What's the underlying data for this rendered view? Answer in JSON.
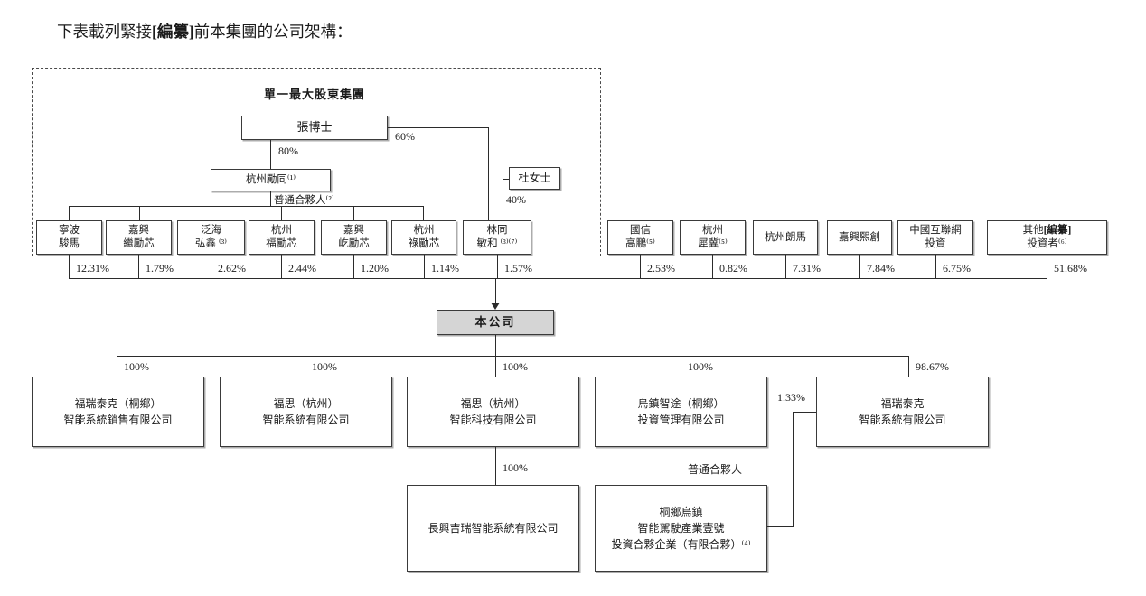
{
  "title": {
    "pre": "下表載列緊接",
    "tag": "[編纂]",
    "post": "前本集團的公司架構："
  },
  "group": {
    "label": "單一最大股東集團",
    "zhang": "張博士",
    "pct_zhang_to_litong": "80%",
    "pct_zhang_to_lintong": "60%",
    "litong": "杭州勵同⁽¹⁾",
    "gp_note": "普通合夥人⁽²⁾",
    "du": "杜女士",
    "pct_du_to_lintong": "40%"
  },
  "shareholders": [
    {
      "line1": "寧波",
      "line2": "駿馬",
      "pct": "12.31%"
    },
    {
      "line1": "嘉興",
      "line2": "繼勵芯",
      "pct": "1.79%"
    },
    {
      "line1": "泛海",
      "line2": "弘鑫 ⁽³⁾",
      "pct": "2.62%"
    },
    {
      "line1": "杭州",
      "line2": "福勵芯",
      "pct": "2.44%"
    },
    {
      "line1": "嘉興",
      "line2": "屹勵芯",
      "pct": "1.20%"
    },
    {
      "line1": "杭州",
      "line2": "祿勵芯",
      "pct": "1.14%"
    },
    {
      "line1": "林同",
      "line2": "敏和 ⁽³⁾⁽⁷⁾",
      "pct": "1.57%"
    },
    {
      "line1": "國信",
      "line2": "高鵬⁽⁵⁾",
      "pct": "2.53%"
    },
    {
      "line1": "杭州",
      "line2": "犀冀⁽⁵⁾",
      "pct": "0.82%"
    },
    {
      "line1": "杭州朗馬",
      "line2": "",
      "pct": "7.31%"
    },
    {
      "line1": "嘉興熙創",
      "line2": "",
      "pct": "7.84%"
    },
    {
      "line1": "中國互聯網",
      "line2": "投資",
      "pct": "6.75%"
    },
    {
      "line1_pre": "其他",
      "line1_tag": "[編纂]",
      "line2": "投資者⁽⁶⁾",
      "pct": "51.68%"
    }
  ],
  "company": {
    "name": "本公司"
  },
  "subsidiaries": [
    {
      "line1": "福瑞泰克（桐鄉）",
      "line2": "智能系統銷售有限公司",
      "pct": "100%"
    },
    {
      "line1": "福思（杭州）",
      "line2": "智能系統有限公司",
      "pct": "100%"
    },
    {
      "line1": "福思（杭州）",
      "line2": "智能科技有限公司",
      "pct": "100%"
    },
    {
      "line1": "烏鎮智途（桐鄉）",
      "line2": "投資管理有限公司",
      "pct": "100%"
    },
    {
      "line1": "福瑞泰克",
      "line2": "智能系統有限公司",
      "pct": "98.67%"
    }
  ],
  "level3": {
    "changxing": {
      "name": "長興吉瑞智能系統有限公司",
      "pct": "100%"
    },
    "partnership": {
      "line1": "桐鄉烏鎮",
      "line2": "智能駕駛產業壹號",
      "line3": "投資合夥企業（有限合夥）⁽⁴⁾",
      "gp_note": "普通合夥人",
      "pct_in_freetech": "1.33%"
    }
  },
  "colors": {
    "company_box_fill": "#d5d5d5",
    "line_color": "#2b2b2b",
    "text_color": "#1a1a1a"
  }
}
